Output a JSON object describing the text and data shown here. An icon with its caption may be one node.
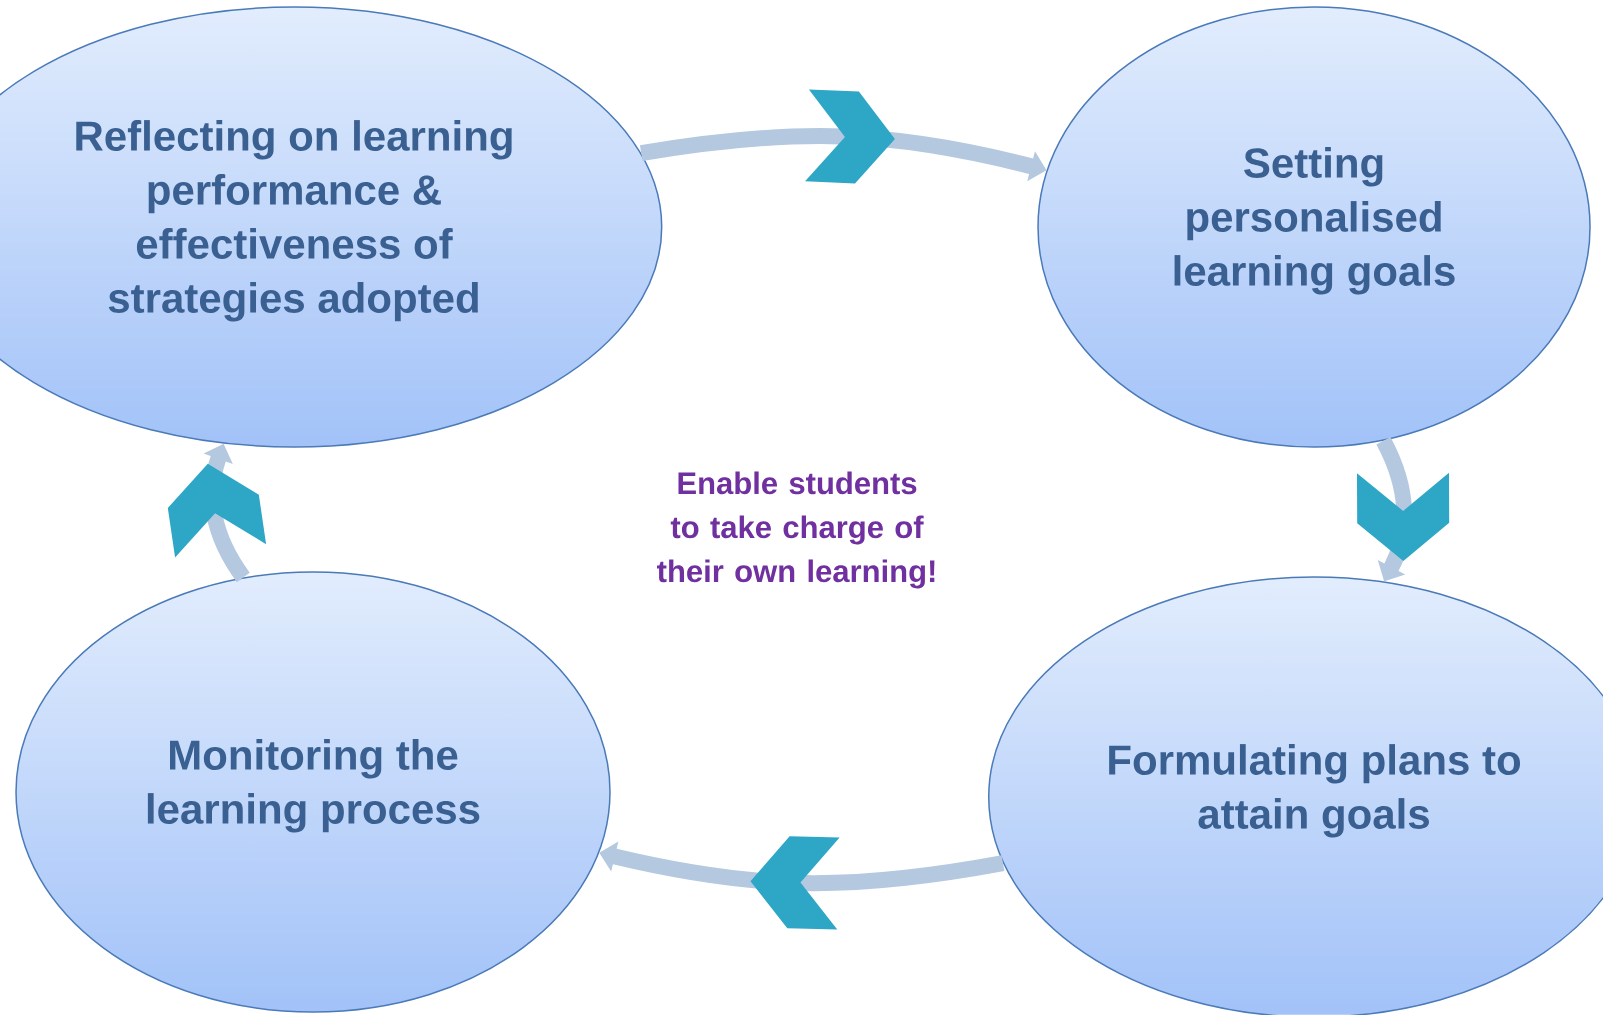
{
  "diagram": {
    "nodes": [
      {
        "text": [
          "Reflecting on learning performance & effectiveness of strategies adopted"
        ]
      },
      {
        "text": [
          "Setting personalised learning goals"
        ]
      },
      {
        "text": [
          "Formulating plans to attain goals"
        ]
      },
      {
        "text": [
          "Monitoring the learning process"
        ]
      }
    ],
    "edges": [
      {
        "from": 0,
        "to": 1,
        "arrow": "to"
      },
      {
        "from": 1,
        "to": 2,
        "arrow": "to"
      },
      {
        "from": 2,
        "to": 3,
        "arrow": "to"
      },
      {
        "from": 3,
        "to": 0,
        "arrow": "to"
      }
    ],
    "labels": [
      "Enable students to take charge of their own learning!"
    ]
  }
}
